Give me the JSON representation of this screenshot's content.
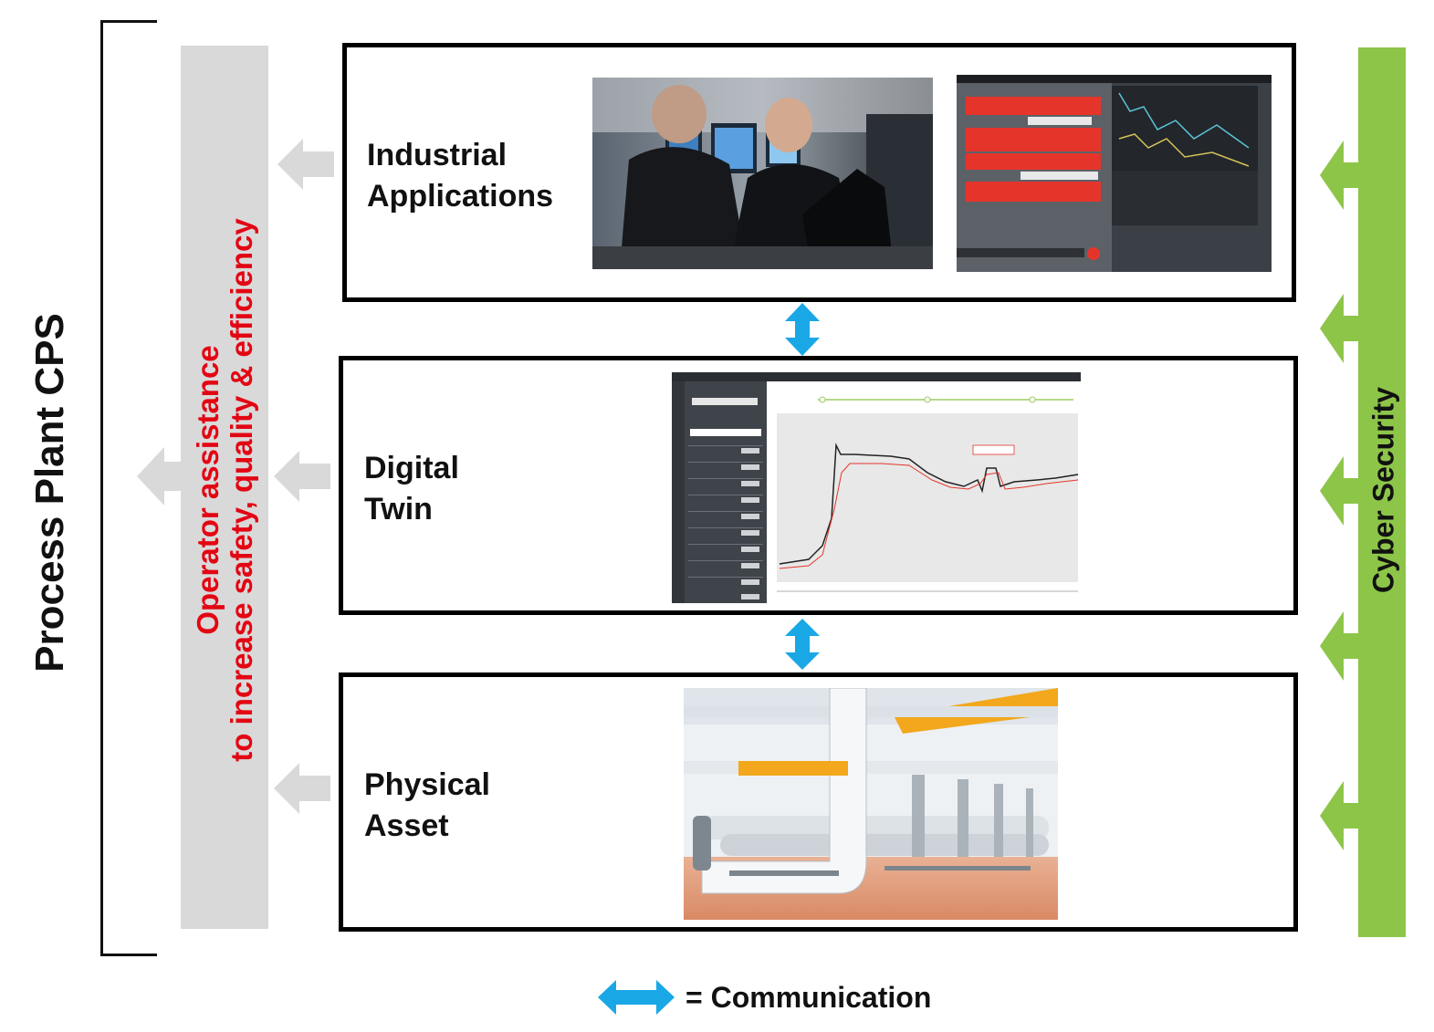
{
  "diagram": {
    "system_title": "Process Plant CPS",
    "operator_assistance": {
      "line1": "Operator assistance",
      "line2": "to increase safety, quality & efficiency"
    },
    "cyber_security": "Cyber Security",
    "layers": [
      {
        "title_line1": "Industrial",
        "title_line2": "Applications"
      },
      {
        "title_line1": "Digital",
        "title_line2": "Twin"
      },
      {
        "title_line1": "Physical",
        "title_line2": "Asset"
      }
    ],
    "legend": {
      "label": "= Communication"
    }
  },
  "colors": {
    "operator_red": "#e30613",
    "cyber_green": "#8dc549",
    "communication_blue": "#1aa7e6",
    "gray_arrow": "#d9d9d9"
  }
}
